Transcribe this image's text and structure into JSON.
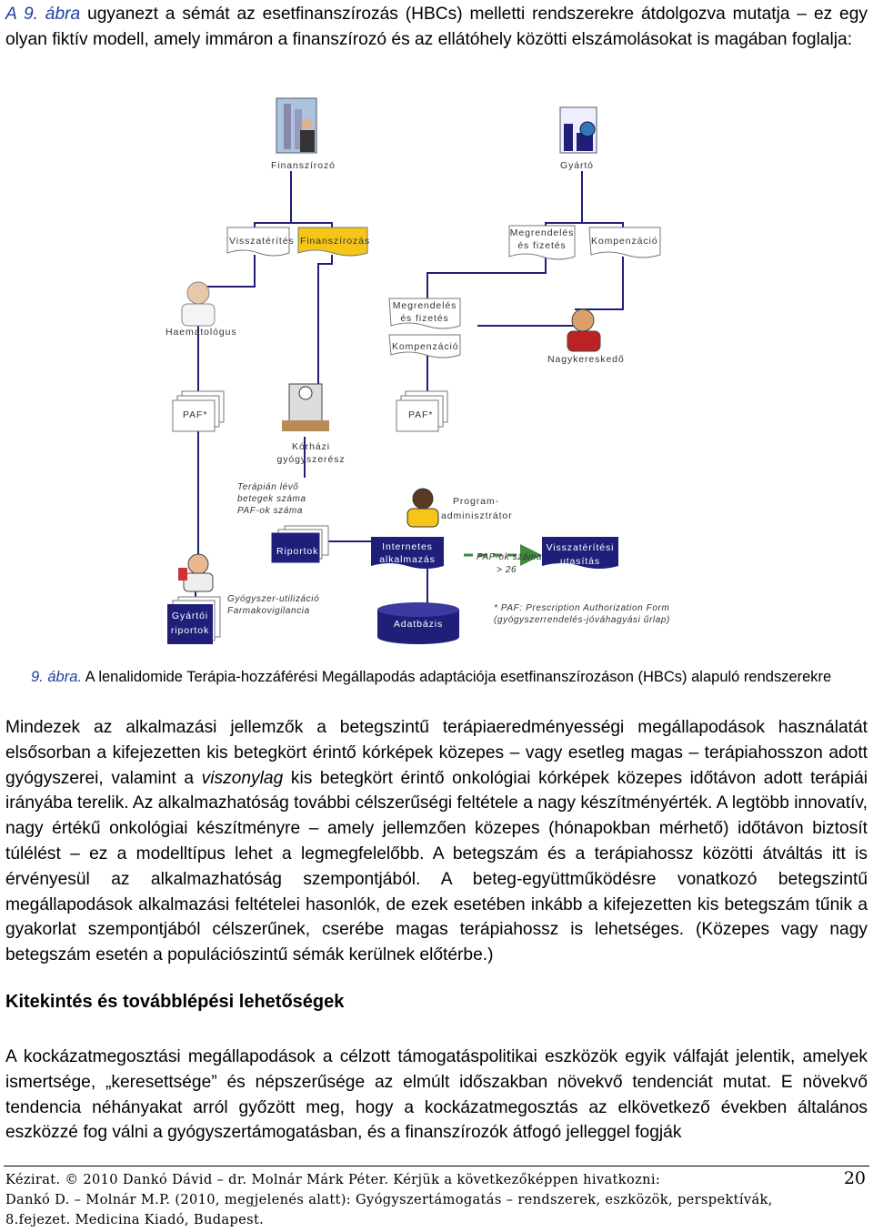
{
  "intro": {
    "figure_ref": "A 9. ábra",
    "text": " ugyanezt a sémát az esetfinanszírozás (HBCs) melletti rendszerekre átdolgozva mutatja – ez egy olyan fiktív modell, amely immáron a finanszírozó és az ellátóhely közötti elszámolásokat is magában foglalja:"
  },
  "diagram": {
    "finanszirozo": "Finanszírozó",
    "gyarto": "Gyártó",
    "visszaterites": "Visszatérítés",
    "finanszirozas": "Finanszírozás",
    "megrendeles_fizetes_top_1": "Megrendelés",
    "megrendeles_fizetes_top_2": "és fizetés",
    "kompenzacio_top": "Kompenzáció",
    "haematologus": "Haematológus",
    "megrendeles_mid_1": "Megrendelés",
    "megrendeles_mid_2": "és fizetés",
    "kompenzacio_mid": "Kompenzáció",
    "nagykereskedo": "Nagykereskedő",
    "paf_left": "PAF*",
    "paf_right": "PAF*",
    "korhazi_1": "Kórházi",
    "korhazi_2": "gyógyszerész",
    "terapia_1": "Terápián lévő",
    "terapia_2": "betegek száma",
    "terapia_3": "PAF-ok száma",
    "program_1": "Program-",
    "program_2": "adminisztrátor",
    "riportok": "Riportok",
    "internetes_1": "Internetes",
    "internetes_2": "alkalmazás",
    "paf_count_1": "PAF-ok száma",
    "paf_count_2": "> 26",
    "visszateritesi_1": "Visszatérítési",
    "visszateritesi_2": "utasítás",
    "gyartoi_1": "Gyártói",
    "gyartoi_2": "riportok",
    "utilizacio_1": "Gyógyszer-utilizáció",
    "utilizacio_2": "Farmakovigilancia",
    "adatbazis": "Adatbázis",
    "footnote_1": "* PAF: Prescription Authorization Form",
    "footnote_2": "(gyógyszerrendelés-jóváhagyási űrlap)",
    "colors": {
      "navy": "#1f1f7a",
      "yellow": "#f5c518",
      "green": "#3f8a3f",
      "border": "#777777"
    }
  },
  "caption": {
    "label": "9. ábra.",
    "text": " A lenalidomide Terápia-hozzáférési Megállapodás adaptációja esetfinanszírozáson (HBCs) alapuló rendszerekre"
  },
  "body1": {
    "part1": "Mindezek az alkalmazási jellemzők a betegszintű terápiaeredményességi megállapodások használatát elsősorban a kifejezetten kis betegkört érintő kórképek közepes – vagy esetleg magas – terápiahosszon adott gyógyszerei, valamint a ",
    "emph": "viszonylag",
    "part2": " kis betegkört érintő onkológiai kórképek közepes időtávon adott terápiái irányába terelik. Az alkalmazhatóság további célszerűségi feltétele a nagy készítményérték. A legtöbb innovatív, nagy értékű onkológiai készítményre – amely jellemzően közepes (hónapokban mérhető) időtávon biztosít túlélést – ez a modelltípus lehet a legmegfelelőbb. A betegszám és a terápiahossz közötti átváltás itt is érvényesül az alkalmazhatóság szempontjából. A beteg-együttműködésre vonatkozó betegszintű megállapodások alkalmazási feltételei hasonlók, de ezek esetében inkább a kifejezetten kis betegszám tűnik a gyakorlat szempontjából célszerűnek, cserébe magas terápiahossz is lehetséges. (Közepes vagy nagy betegszám esetén a populációszintű sémák kerülnek előtérbe.)"
  },
  "heading": "Kitekintés és továbblépési lehetőségek",
  "body2": "A kockázatmegosztási megállapodások a célzott támogatáspolitikai eszközök egyik válfaját jelentik, amelyek ismertsége, „keresettsége” és népszerűsége az elmúlt időszakban növekvő tendenciát mutat. E növekvő tendencia néhányakat arról győzött meg, hogy a kockázatmegosztás az elkövetkező években általános eszközzé fog válni a gyógyszertámogatásban, és a finanszírozók átfogó jelleggel fogják",
  "footer": {
    "line1": "Kézirat. © 2010 Dankó Dávid – dr. Molnár Márk Péter. Kérjük a következőképpen hivatkozni:",
    "line2": "Dankó D. – Molnár M.P. (2010, megjelenés alatt): Gyógyszertámogatás – rendszerek, eszközök, perspektívák,",
    "line3": "8.fejezet. Medicina Kiadó, Budapest.",
    "page": "20"
  }
}
